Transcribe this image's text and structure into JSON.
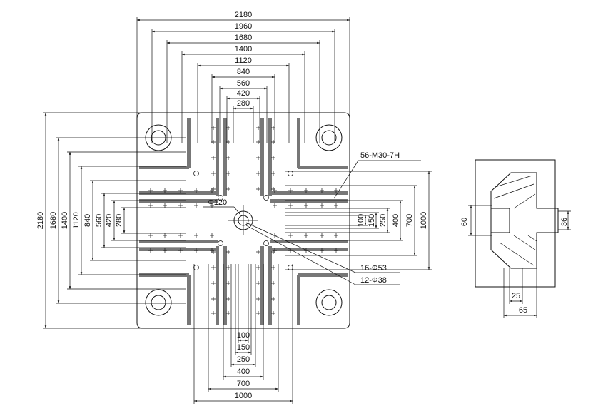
{
  "top_dimensions": [
    "2180",
    "1960",
    "1680",
    "1400",
    "1120",
    "840",
    "560",
    "420",
    "280"
  ],
  "left_dimensions": [
    "2180",
    "1680",
    "1400",
    "1120",
    "840",
    "560",
    "420",
    "280"
  ],
  "right_dimensions": [
    "100",
    "150",
    "250",
    "400",
    "700",
    "1000"
  ],
  "bottom_dimensions": [
    "100",
    "150",
    "250",
    "400",
    "700",
    "1000"
  ],
  "callouts": {
    "tapped_holes": "56-M30-7H",
    "center_bore": "Φ120",
    "holes_53": "16-Φ53",
    "holes_38": "12-Φ38"
  },
  "section_view": {
    "dim_60": "60",
    "dim_36": "36",
    "dim_25": "25",
    "dim_65": "65"
  }
}
